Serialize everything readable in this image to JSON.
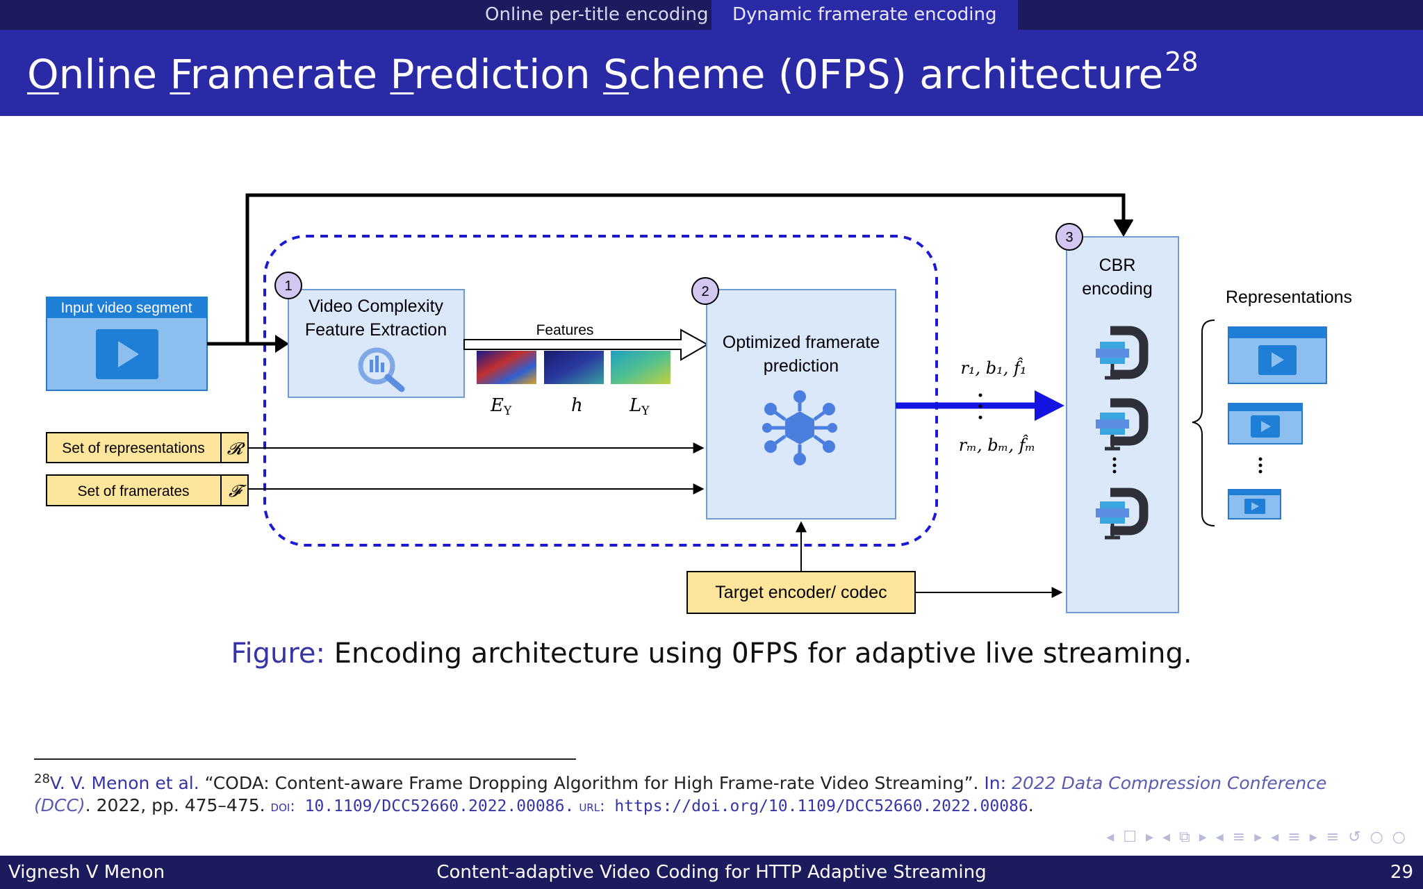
{
  "nav": {
    "tab1": "Online per-title encoding",
    "tab2": "Dynamic framerate encoding"
  },
  "title": {
    "w1u": "O",
    "w1": "nline ",
    "w2u": "F",
    "w2": "ramerate ",
    "w3u": "P",
    "w3": "rediction ",
    "w4u": "S",
    "w4": "cheme (",
    "code": "OFPS",
    "rest": ") architecture",
    "sup": "28"
  },
  "diagram": {
    "input_label": "Input video segment",
    "set_reps": "Set of representations",
    "set_reps_sym": "𝓡",
    "set_fr": "Set of framerates",
    "set_fr_sym": "𝓕",
    "step1": "1",
    "step2": "2",
    "step3": "3",
    "vcfe_line1": "Video Complexity",
    "vcfe_line2": "Feature Extraction",
    "features": "Features",
    "feat_E": "E",
    "feat_E_sub": "Y",
    "feat_h": "h",
    "feat_L": "L",
    "feat_L_sub": "Y",
    "ofp_line1": "Optimized framerate",
    "ofp_line2": "prediction",
    "out1": "r₁, b₁, f̂₁",
    "outm": "rₘ, bₘ, f̂ₘ",
    "cbr_line1": "CBR",
    "cbr_line2": "encoding",
    "reps_title": "Representations",
    "target": "Target encoder/ codec"
  },
  "caption": {
    "label": "Figure:",
    "pre": " Encoding architecture using ",
    "code": "OFPS",
    "post": " for adaptive live streaming."
  },
  "footnote": {
    "num": "28",
    "authors": "V. V. Menon et al.",
    "title": " “CODA: Content-aware Frame Dropping Algorithm for High Frame-rate Video Streaming”.",
    "in": " In: ",
    "venue": "2022 Data Compression Conference (DCC)",
    "pages": ". 2022, pp. 475–475. ",
    "doi_label": "doi:",
    "doi": " 10.1109/DCC52660.2022.00086.",
    "url_label": " url:",
    "url": " https://doi.org/10.1109/DCC52660.2022.00086",
    "end": "."
  },
  "navsymbols": "◂ ☐ ▸ ◂ ⧉ ▸ ◂ ≡ ▸ ◂ ≡ ▸   ≡   ↺ ○ ○",
  "footer": {
    "left": "Vignesh V Menon",
    "center": "Content-adaptive Video Coding for HTTP Adaptive Streaming",
    "right": "29"
  }
}
